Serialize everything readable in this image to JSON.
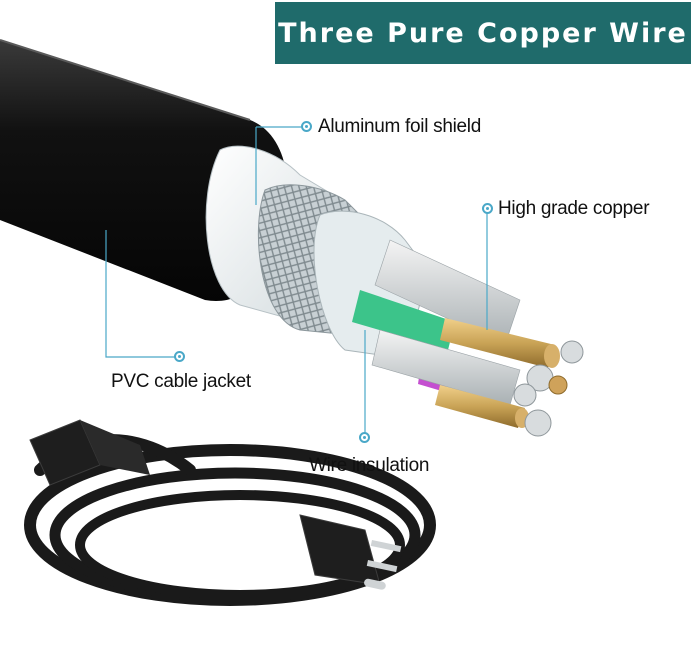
{
  "banner": {
    "title": "Three Pure Copper Wire"
  },
  "callouts": {
    "aluminum": "Aluminum foil shield",
    "copper": "High grade copper",
    "jacket": "PVC cable jacket",
    "insulation": "Wire insulation"
  },
  "colors": {
    "banner_bg": "#1f6b6b",
    "leader_line": "#4aa8c8",
    "jacket": "#1a1a1a",
    "foil": "#e8eef0",
    "braid": "#b9c2c6",
    "copper": "#c9a356",
    "green_insulation": "#3cc48a",
    "purple_insulation": "#c44fd0"
  },
  "icons": [
    "power-cord",
    "three-prong-plug",
    "c13-connector"
  ]
}
